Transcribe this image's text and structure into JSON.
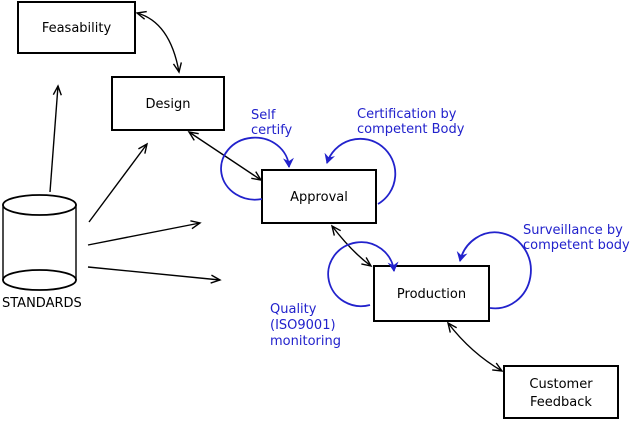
{
  "nodes": {
    "feasability": {
      "label": "Feasability"
    },
    "design": {
      "label": "Design"
    },
    "approval": {
      "label": "Approval"
    },
    "production": {
      "label": "Production"
    },
    "customer_feedback": {
      "line1": "Customer",
      "line2": "Feedback"
    },
    "standards": {
      "label": "STANDARDS",
      "shape": "cylinder"
    }
  },
  "annotations": {
    "self_certify": {
      "line1": "Self",
      "line2": "certify"
    },
    "certification": {
      "line1": "Certification by",
      "line2": "competent Body"
    },
    "surveillance": {
      "line1": "Surveillance by",
      "line2": "competent body"
    },
    "quality_monitoring": {
      "line1": "Quality",
      "line2": "(ISO9001)",
      "line3": "monitoring"
    }
  },
  "edges": [
    {
      "from": "feasability",
      "to": "design",
      "bidirectional": true,
      "color": "black",
      "style": "curved"
    },
    {
      "from": "design",
      "to": "approval",
      "bidirectional": true,
      "color": "black",
      "style": "straight"
    },
    {
      "from": "approval",
      "to": "production",
      "bidirectional": true,
      "color": "black",
      "style": "curved"
    },
    {
      "from": "production",
      "to": "customer_feedback",
      "bidirectional": true,
      "color": "black",
      "style": "curved"
    },
    {
      "from": "standards",
      "to": "feasability",
      "bidirectional": false,
      "color": "black"
    },
    {
      "from": "standards",
      "to": "design",
      "bidirectional": false,
      "color": "black"
    },
    {
      "from": "standards",
      "to": "approval",
      "bidirectional": false,
      "color": "black"
    },
    {
      "from": "standards",
      "to": "production",
      "bidirectional": false,
      "color": "black"
    },
    {
      "node": "approval",
      "type": "self-loop",
      "label": "Self certify",
      "color": "blue",
      "side": "left"
    },
    {
      "node": "approval",
      "type": "self-loop",
      "label": "Certification by competent Body",
      "color": "blue",
      "side": "right"
    },
    {
      "node": "production",
      "type": "self-loop",
      "label": "Quality (ISO9001) monitoring",
      "color": "blue",
      "side": "left"
    },
    {
      "node": "production",
      "type": "self-loop",
      "label": "Surveillance by competent body",
      "color": "blue",
      "side": "right"
    }
  ],
  "colors": {
    "annotation_blue": "#2222cc",
    "line_black": "#000000",
    "background": "#ffffff"
  }
}
